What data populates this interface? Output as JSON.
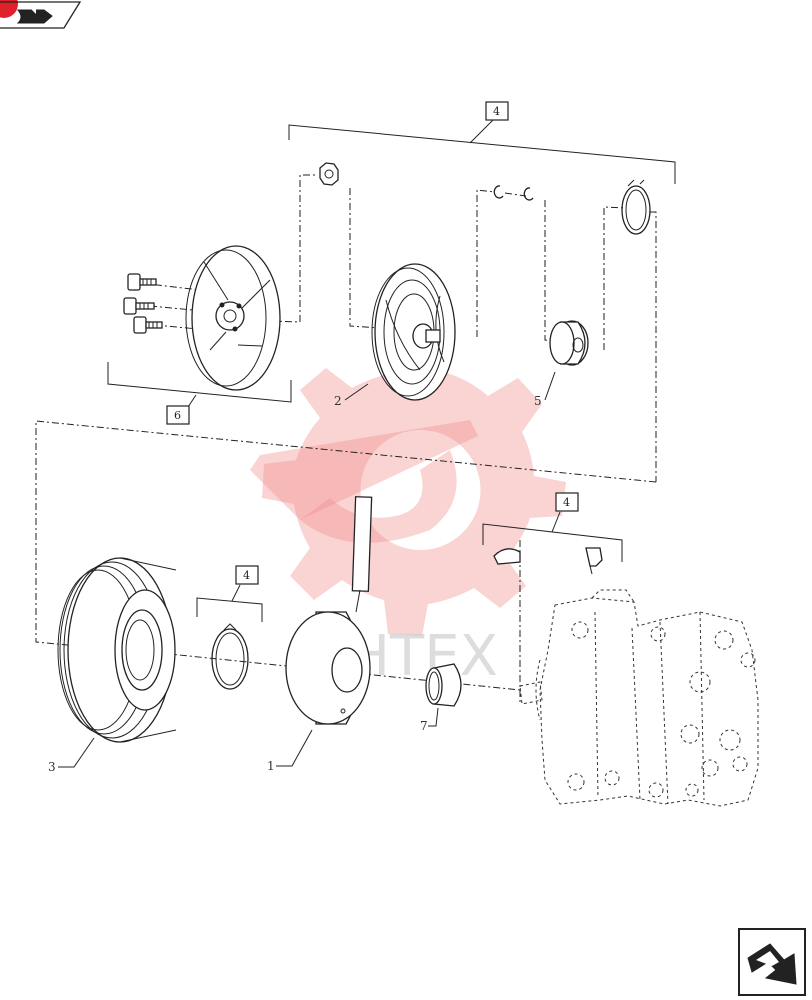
{
  "callouts": {
    "top_group_ref": "4",
    "left_group_ref": "6",
    "right_group_ref": "4",
    "ring_group_ref": "4"
  },
  "items": {
    "coil": "1",
    "hub": "2",
    "pulley": "3",
    "spacer": "5",
    "bearing": "7"
  },
  "watermark": {
    "text": "ИНТЕХ"
  },
  "colors": {
    "line": "#222222",
    "watermark": "#f28b8b",
    "corner_badge": "#e0202a"
  },
  "icons": {
    "top_left": "book-arrow-icon",
    "bottom_right": "next-page-arrow-icon"
  }
}
